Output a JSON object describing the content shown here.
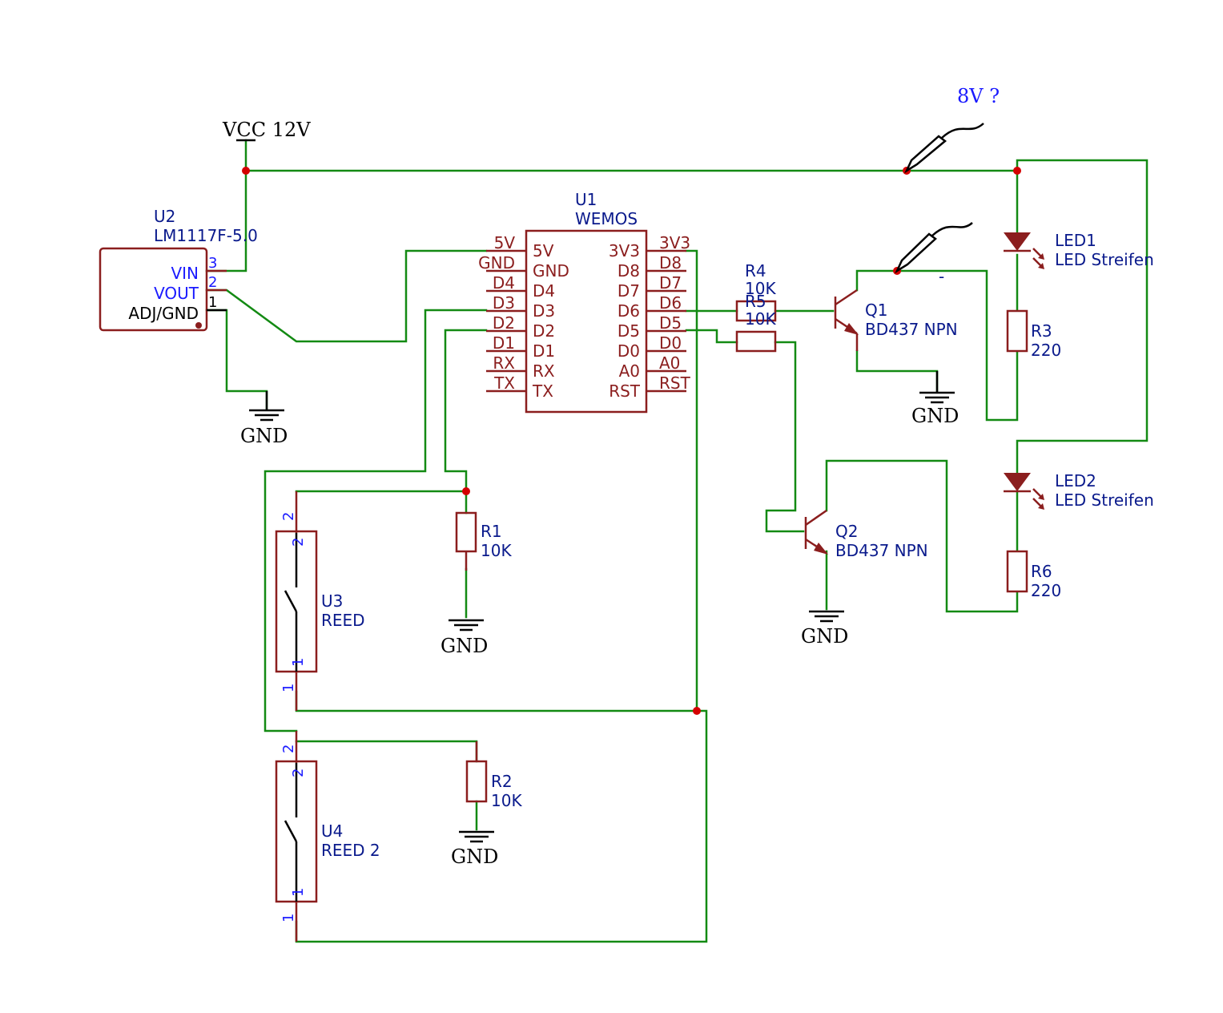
{
  "supply": {
    "vcc_label": "VCC 12V",
    "note_label": "8V ?"
  },
  "gnd_label": "GND",
  "minus_label": "-",
  "u1": {
    "ref": "U1",
    "value": "WEMOS",
    "left_pins": [
      "5V",
      "GND",
      "D4",
      "D3",
      "D2",
      "D1",
      "RX",
      "TX"
    ],
    "right_pins": [
      "3V3",
      "D8",
      "D7",
      "D6",
      "D5",
      "D0",
      "A0",
      "RST"
    ]
  },
  "u2": {
    "ref": "U2",
    "value": "LM1117F-5.0",
    "pins": [
      {
        "name": "VIN",
        "num": "3"
      },
      {
        "name": "VOUT",
        "num": "2"
      },
      {
        "name": "ADJ/GND",
        "num": "1"
      }
    ]
  },
  "u3": {
    "ref": "U3",
    "value": "REED",
    "pin_top": "2",
    "pin_bottom": "1"
  },
  "u4": {
    "ref": "U4",
    "value": "REED 2",
    "pin_top": "2",
    "pin_bottom": "1"
  },
  "r1": {
    "ref": "R1",
    "value": "10K"
  },
  "r2": {
    "ref": "R2",
    "value": "10K"
  },
  "r3": {
    "ref": "R3",
    "value": "220"
  },
  "r4": {
    "ref": "R4",
    "value": "10K"
  },
  "r5": {
    "ref": "R5",
    "value": "10K"
  },
  "r6": {
    "ref": "R6",
    "value": "220"
  },
  "q1": {
    "ref": "Q1",
    "value": "BD437 NPN"
  },
  "q2": {
    "ref": "Q2",
    "value": "BD437 NPN"
  },
  "led1": {
    "ref": "LED1",
    "value": "LED Streifen"
  },
  "led2": {
    "ref": "LED2",
    "value": "LED Streifen"
  },
  "colors": {
    "wire": "#138a13",
    "component": "#8b1e1e",
    "junction": "#d40000",
    "label": "#0a1a8c",
    "pin_number": "#1a1aff"
  }
}
